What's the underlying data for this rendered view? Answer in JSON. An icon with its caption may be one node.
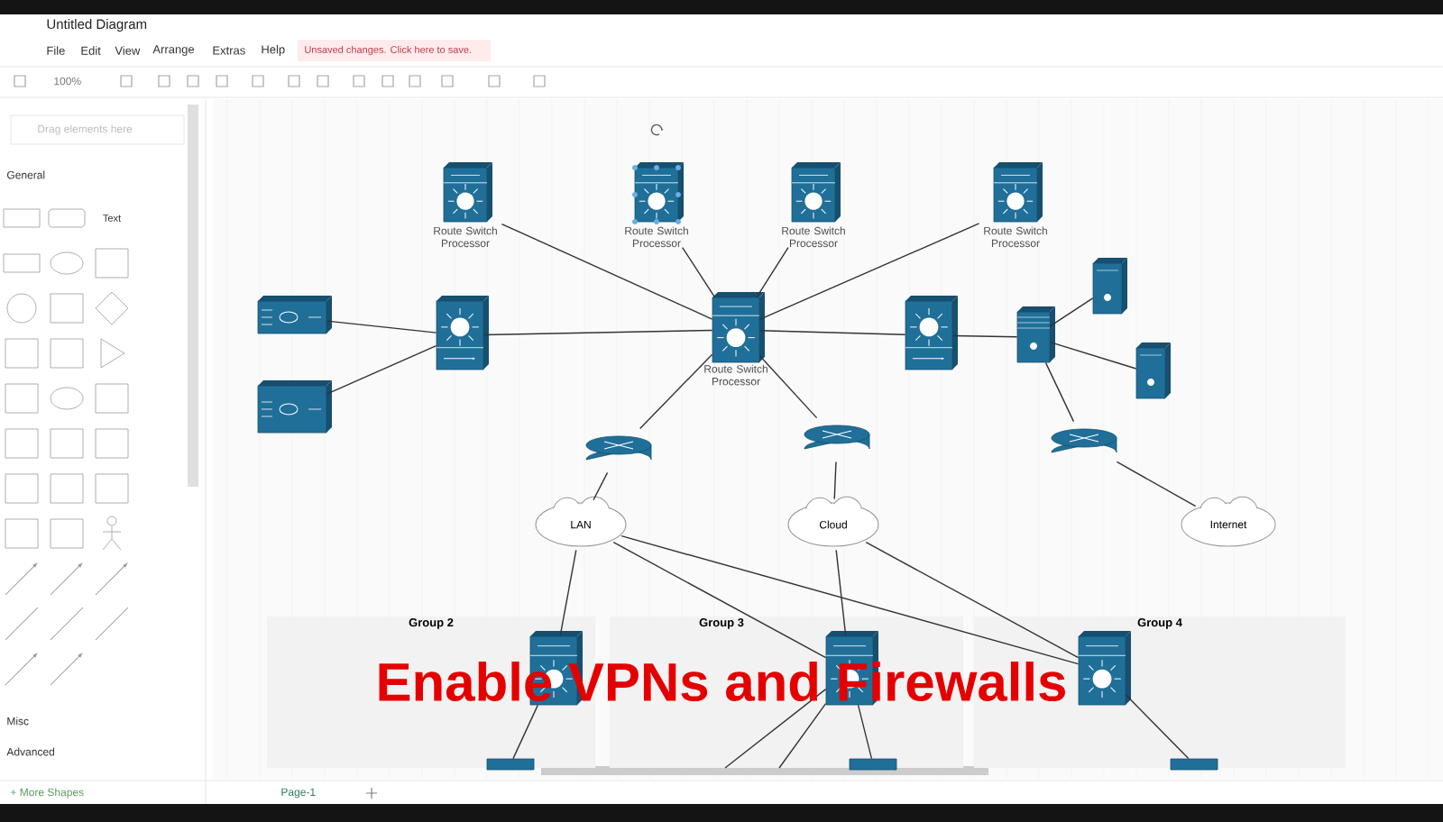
{
  "diagram": {
    "title": "Enable VPNs and Firewalls",
    "nodes": [
      {
        "text": [
          "Route Switch Processor"
        ]
      },
      {
        "text": [
          "Route Switch Processor"
        ]
      },
      {
        "text": [
          "Route Switch Processor"
        ]
      },
      {
        "text": [
          "Route Switch Processor"
        ]
      },
      {
        "text": [],
        "shape": "picture"
      },
      {
        "text": [],
        "shape": "picture"
      },
      {
        "text": [],
        "shape": "picture"
      },
      {
        "text": [
          "Route Switch Processor"
        ]
      },
      {
        "text": [],
        "shape": "picture"
      },
      {
        "text": [],
        "shape": "picture"
      },
      {
        "text": [],
        "shape": "picture"
      },
      {
        "text": [],
        "shape": "picture"
      },
      {
        "text": [],
        "shape": "picture"
      },
      {
        "text": [],
        "shape": "picture"
      },
      {
        "text": [],
        "shape": "picture"
      },
      {
        "text": [
          "LAN"
        ]
      },
      {
        "text": [
          "Cloud"
        ]
      },
      {
        "text": [
          "Internet"
        ]
      },
      {
        "text": [
          "Group 2"
        ]
      },
      {
        "text": [
          "Group 3"
        ]
      },
      {
        "text": [
          "Group 4"
        ]
      },
      {
        "text": [],
        "shape": "picture",
        "in": 18
      },
      {
        "text": [],
        "shape": "picture",
        "in": 19
      },
      {
        "text": [],
        "shape": "picture",
        "in": 20
      },
      {
        "text": [],
        "shape": "box",
        "in": 18
      },
      {
        "text": [],
        "shape": "box",
        "in": 19
      },
      {
        "text": [],
        "shape": "box",
        "in": 20
      }
    ],
    "edges": [
      {
        "from": 0,
        "to": 7,
        "arrow": "none"
      },
      {
        "from": 1,
        "to": 7,
        "arrow": "none"
      },
      {
        "from": 2,
        "to": 7,
        "arrow": "none"
      },
      {
        "from": 3,
        "to": 7,
        "arrow": "none"
      },
      {
        "from": 4,
        "to": 6,
        "arrow": "none"
      },
      {
        "from": 5,
        "to": 6,
        "arrow": "none"
      },
      {
        "from": 6,
        "to": 7,
        "arrow": "none"
      },
      {
        "from": 7,
        "to": 8,
        "arrow": "none"
      },
      {
        "from": 7,
        "to": 12,
        "arrow": "none"
      },
      {
        "from": 7,
        "to": 13,
        "arrow": "none"
      },
      {
        "from": 8,
        "to": 9,
        "arrow": "none"
      },
      {
        "from": 9,
        "to": 10,
        "arrow": "none"
      },
      {
        "from": 9,
        "to": 11,
        "arrow": "none"
      },
      {
        "from": 9,
        "to": 14,
        "arrow": "none"
      },
      {
        "from": 12,
        "to": 15,
        "arrow": "none"
      },
      {
        "from": 13,
        "to": 16,
        "arrow": "none"
      },
      {
        "from": 14,
        "to": 17,
        "arrow": "none"
      },
      {
        "from": 15,
        "to": 21,
        "arrow": "none"
      },
      {
        "from": 15,
        "to": 22,
        "arrow": "none"
      },
      {
        "from": 15,
        "to": 23,
        "arrow": "none"
      },
      {
        "from": 16,
        "to": 22,
        "arrow": "none"
      },
      {
        "from": 16,
        "to": 23,
        "arrow": "none"
      },
      {
        "from": 21,
        "to": 24,
        "arrow": "none"
      },
      {
        "from": 22,
        "to": null,
        "arrow": "none"
      },
      {
        "from": 22,
        "to": null,
        "arrow": "none"
      },
      {
        "from": 22,
        "to": 25,
        "arrow": "none"
      },
      {
        "from": 23,
        "to": 26,
        "arrow": "none"
      }
    ],
    "labels": [
      "Untitled Diagram",
      "File",
      "Edit",
      "View",
      "Arrange",
      "Extras",
      "Help",
      "Unsaved changes. Click here to save.",
      "100%",
      "Drag elements here",
      "General",
      "Text",
      "Misc",
      "Advanced",
      "+ More Shapes",
      "Page-1"
    ]
  }
}
